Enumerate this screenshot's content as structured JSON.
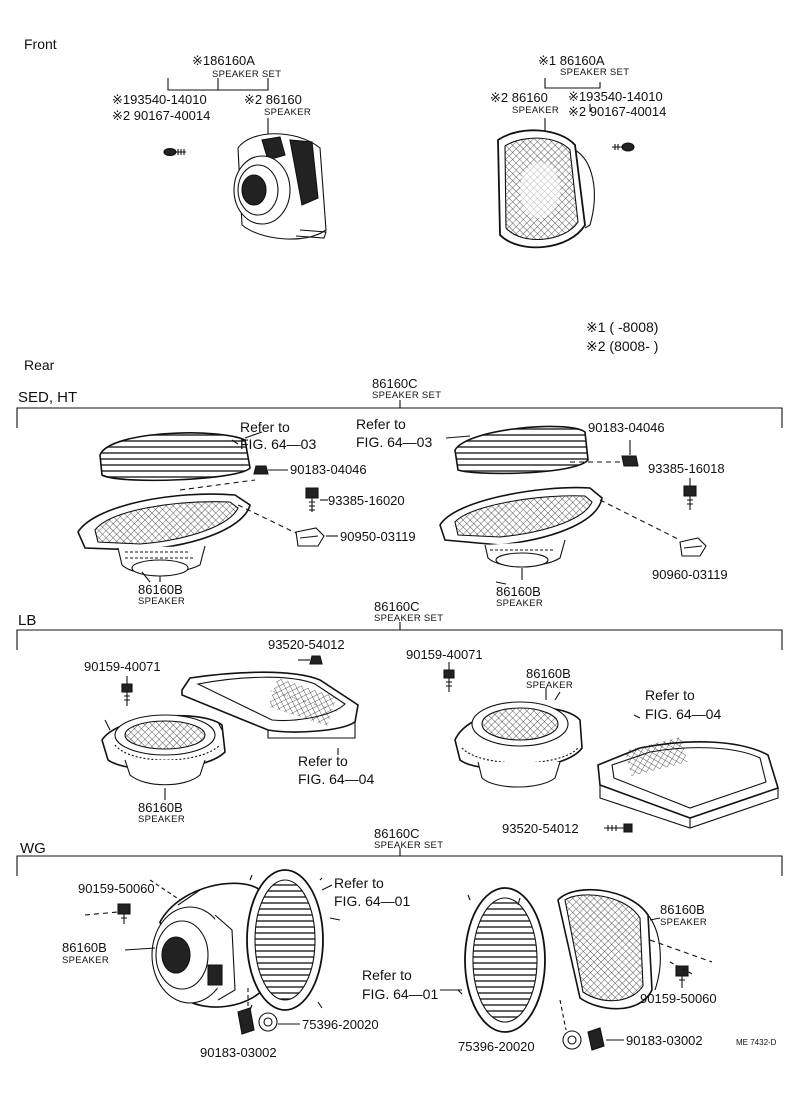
{
  "front": {
    "heading": "Front",
    "left": {
      "set_part": "※186160A",
      "set_name": "SPEAKER SET",
      "screw1": "※193540-14010",
      "screw2": "※2 90167-40014",
      "spk_part": "※2 86160",
      "spk_name": "SPEAKER"
    },
    "right": {
      "set_part": "※1 86160A",
      "set_name": "SPEAKER SET",
      "spk_part": "※2 86160",
      "spk_name": "SPEAKER",
      "screw1": "※193540-14010",
      "screw2": "※2 90167-40014"
    },
    "legend1": "※1 (       -8008)",
    "legend2": "※2 (8008-        )"
  },
  "rear": {
    "heading": "Rear"
  },
  "sed": {
    "label": "SED, HT",
    "set_part": "86160C",
    "set_name": "SPEAKER SET",
    "refer_left_1": "Refer to",
    "refer_left_2": "FIG. 64—03",
    "refer_mid_1": "Refer to",
    "refer_mid_2": "FIG. 64—03",
    "p_90183_l": "90183-04046",
    "p_93385_l": "93385-16020",
    "p_90950": "90950-03119",
    "p_90183_r": "90183-04046",
    "p_93385_r": "93385-16018",
    "p_90960": "90960-03119",
    "spk_l_part": "86160B",
    "spk_l_name": "SPEAKER",
    "spk_r_part": "86160B",
    "spk_r_name": "SPEAKER"
  },
  "lb": {
    "label": "LB",
    "set_part": "86160C",
    "set_name": "SPEAKER SET",
    "p_93520_t": "93520-54012",
    "p_90159_l": "90159-40071",
    "p_90159_r": "90159-40071",
    "spk_r_part": "86160B",
    "spk_r_name": "SPEAKER",
    "refer_r_1": "Refer to",
    "refer_r_2": "FIG. 64—04",
    "refer_l_1": "Refer to",
    "refer_l_2": "FIG. 64—04",
    "spk_l_part": "86160B",
    "spk_l_name": "SPEAKER",
    "p_93520_b": "93520-54012"
  },
  "wg": {
    "label": "WG",
    "set_part": "86160C",
    "set_name": "SPEAKER SET",
    "p_90159_l": "90159-50060",
    "spk_l_part": "86160B",
    "spk_l_name": "SPEAKER",
    "refer_l_1": "Refer to",
    "refer_l_2": "FIG. 64—01",
    "p_75396_l": "75396-20020",
    "p_90183_l": "90183-03002",
    "spk_r_part": "86160B",
    "spk_r_name": "SPEAKER",
    "refer_r_1": "Refer to",
    "refer_r_2": "FIG. 64—01",
    "p_90159_r": "90159-50060",
    "p_75396_r": "75396-20020",
    "p_90183_r": "90183-03002",
    "code": "ME 7432-D"
  }
}
